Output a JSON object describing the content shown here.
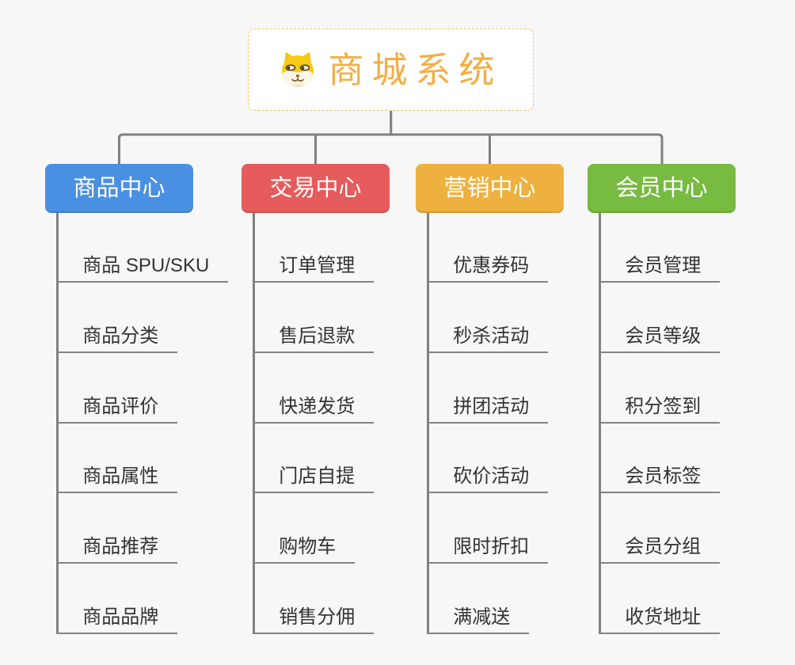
{
  "root": {
    "title": "商城系统",
    "icon": "dog-face-icon",
    "title_color": "#f2ae45",
    "border_color": "#f2c063"
  },
  "colors": {
    "background": "#f7f7f8",
    "connector": "#808080",
    "underline": "#838383",
    "item_text": "#333333"
  },
  "branches": [
    {
      "label": "商品中心",
      "color": "#4a90e2",
      "items": [
        "商品 SPU/SKU",
        "商品分类",
        "商品评价",
        "商品属性",
        "商品推荐",
        "商品品牌"
      ]
    },
    {
      "label": "交易中心",
      "color": "#e65b5b",
      "items": [
        "订单管理",
        "售后退款",
        "快递发货",
        "门店自提",
        "购物车",
        "销售分佣"
      ]
    },
    {
      "label": "营销中心",
      "color": "#eeb140",
      "items": [
        "优惠券码",
        "秒杀活动",
        "拼团活动",
        "砍价活动",
        "限时折扣",
        "满减送"
      ]
    },
    {
      "label": "会员中心",
      "color": "#77bb41",
      "items": [
        "会员管理",
        "会员等级",
        "积分签到",
        "会员标签",
        "会员分组",
        "收货地址"
      ]
    }
  ]
}
